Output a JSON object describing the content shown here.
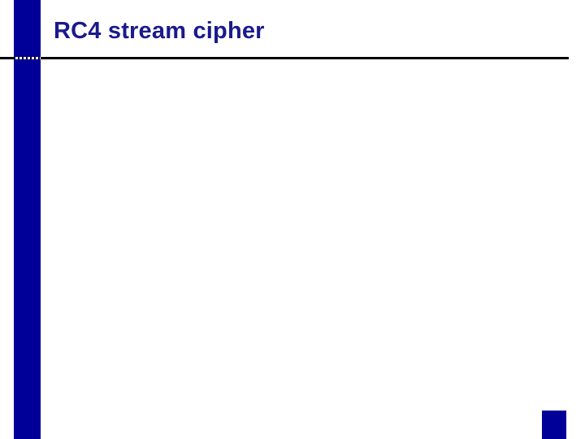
{
  "slide": {
    "title": "RC4 stream cipher",
    "body_text": "",
    "theme": {
      "accent_color": "#000099",
      "title_color": "#1a1a8c",
      "rule_color": "#000000",
      "background_color": "#ffffff",
      "dash_color": "#ffffff"
    },
    "decorations": {
      "left_bar_name": "left-accent-bar",
      "title_rule_name": "title-underline-rule",
      "dashes_name": "stitched-dashes",
      "corner_square_name": "corner-accent-square"
    }
  }
}
